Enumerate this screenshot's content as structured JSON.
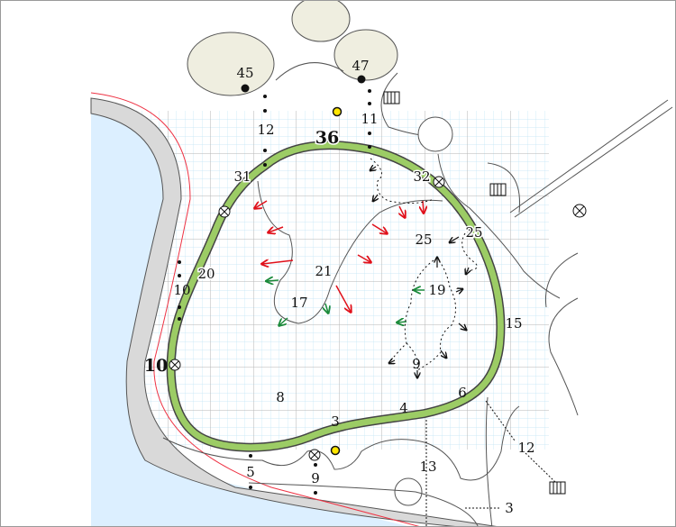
{
  "colors": {
    "track": "#9ccc65",
    "water": "#dcefff",
    "grid_minor": "#bfe4f5",
    "grid_major": "#b5b5b5",
    "arrow_red": "#e0101a",
    "arrow_green": "#1a8a3a",
    "blob": "#efeee0",
    "marker_yellow": "#ffe600"
  },
  "labels": {
    "n45": "45",
    "n47": "47",
    "n12a": "12",
    "n11": "11",
    "n36": "36",
    "n31": "31",
    "n32": "32",
    "n25a": "25",
    "n25b": "25",
    "n20": "20",
    "n10a": "10",
    "n21": "21",
    "n17": "17",
    "n19": "19",
    "n15": "15",
    "n10b": "10",
    "n9a": "9",
    "n8": "8",
    "n6": "6",
    "n4": "4",
    "n3a": "3",
    "n5": "5",
    "n9b": "9",
    "n13": "13",
    "n12b": "12",
    "n3b": "3"
  },
  "icons": [
    "start-finish-crossed-circle",
    "gate-grid-icon",
    "yellow-marker",
    "checkpoint-dot",
    "flow-arrow"
  ]
}
